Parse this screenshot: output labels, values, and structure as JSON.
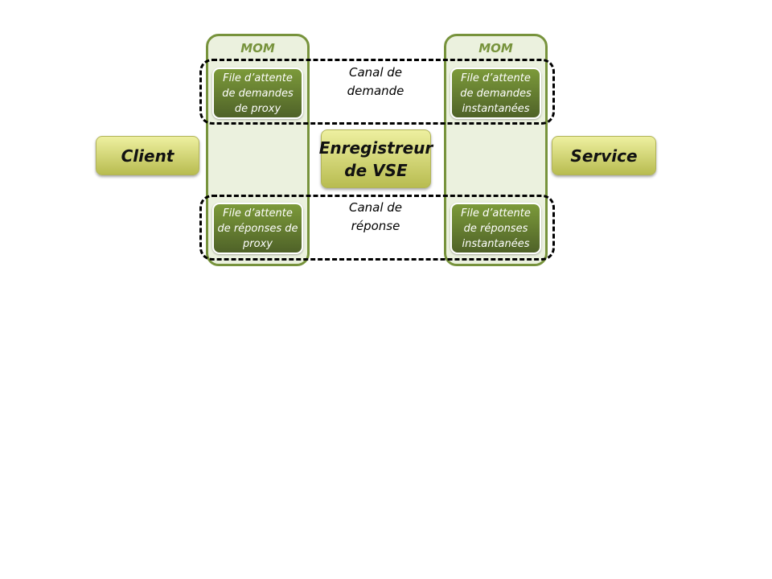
{
  "diagram": {
    "left_mom": {
      "title": "MOM",
      "request_queue": [
        "File d’attente",
        "de demandes",
        "de proxy"
      ],
      "response_queue": [
        "File d’attente",
        "de réponses de",
        "proxy"
      ]
    },
    "right_mom": {
      "title": "MOM",
      "request_queue": [
        "File d’attente",
        "de demandes",
        "instantanées"
      ],
      "response_queue": [
        "File d’attente",
        "de réponses",
        "instantanées"
      ]
    },
    "request_channel": [
      "Canal de",
      "demande"
    ],
    "response_channel": [
      "Canal de",
      "réponse"
    ],
    "client": "Client",
    "service": "Service",
    "registry": [
      "Enregistreur",
      "de VSE"
    ],
    "colors": {
      "mom_border": "#77933c",
      "mom_fill": "#ebf1de",
      "queue_fill": "#5f7a2e",
      "actor_fill": "#d4d77a"
    }
  }
}
